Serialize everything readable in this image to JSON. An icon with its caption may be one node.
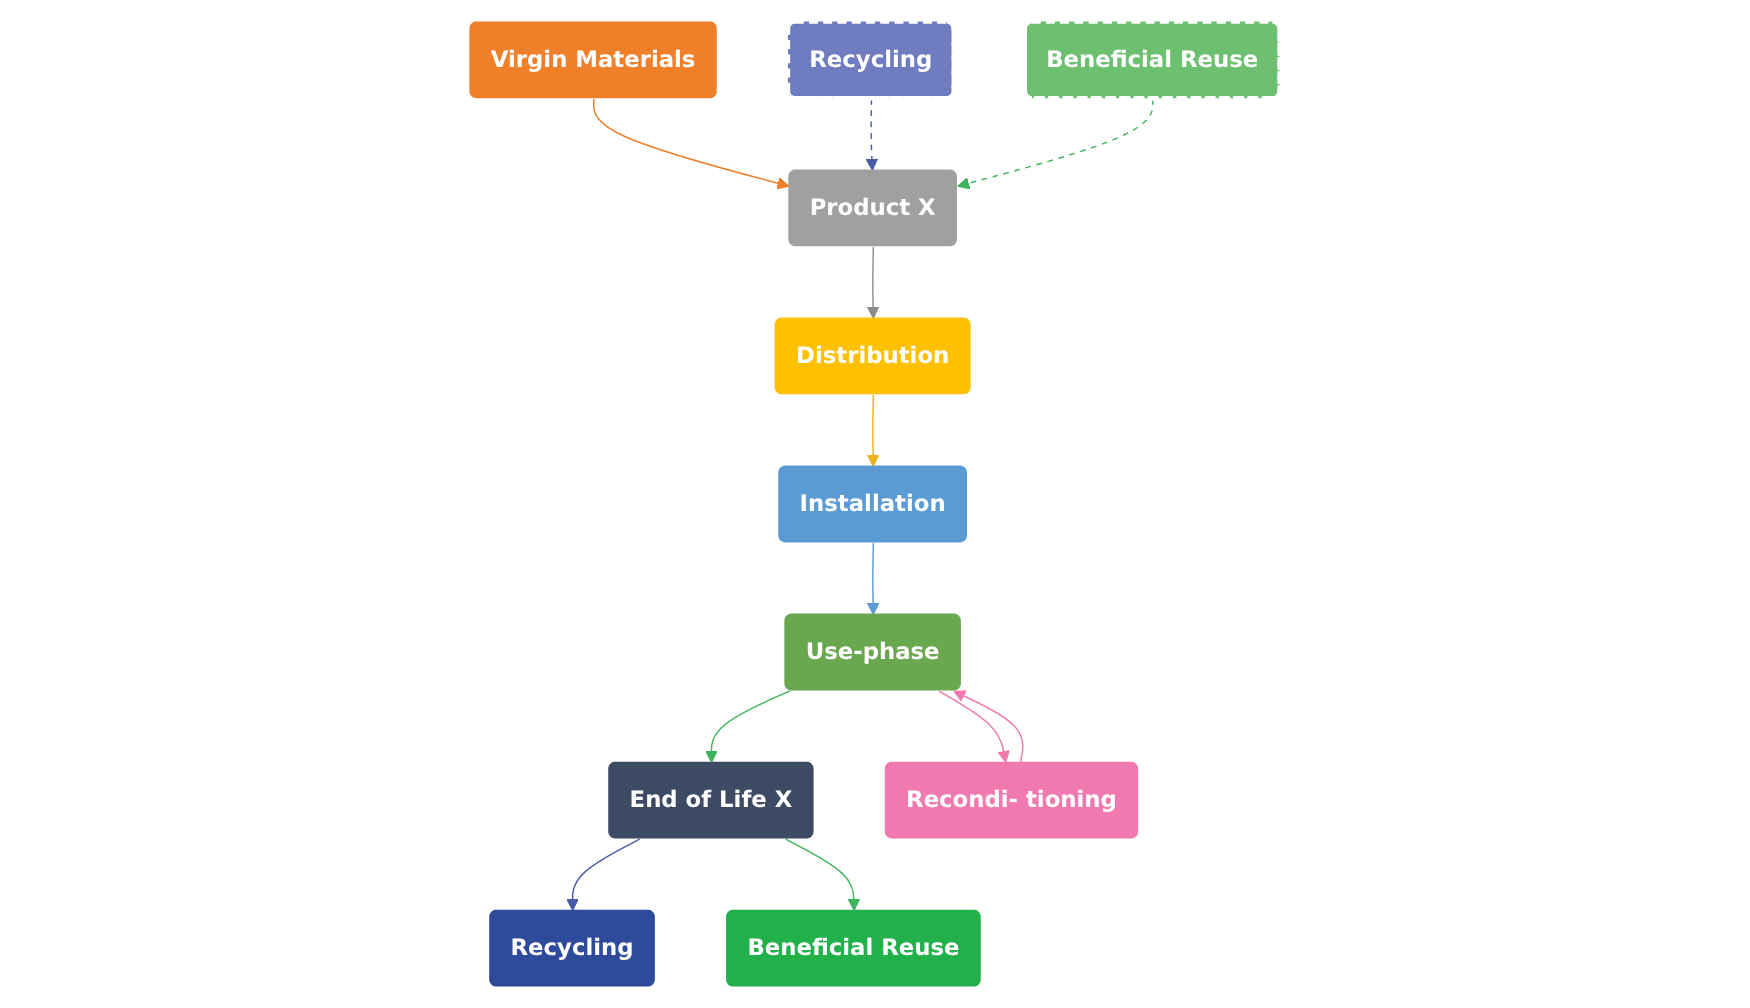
{
  "diagram": {
    "nodes": [
      {
        "text": [
          "Recycling"
        ]
      },
      {
        "text": [
          "Beneficial Reuse"
        ]
      },
      {
        "text": [
          "End of Life X"
        ]
      },
      {
        "text": [
          "Virgin Materials"
        ]
      },
      {
        "text": [
          "Recycling"
        ]
      },
      {
        "text": [
          "Beneficial Reuse"
        ]
      },
      {
        "text": [
          "Product X"
        ]
      },
      {
        "text": [
          "Recondi- tioning"
        ]
      },
      {
        "text": [
          "Use-phase"
        ]
      },
      {
        "text": [
          "Distribution"
        ]
      },
      {
        "text": [
          "Installation"
        ]
      }
    ],
    "edges": [
      {
        "from": 2,
        "to": 0,
        "arrow": "to",
        "color": "#4a5aa8"
      },
      {
        "from": 2,
        "to": 1,
        "arrow": "to",
        "color": "#3cb45a"
      },
      {
        "from": 3,
        "to": 6,
        "arrow": "to",
        "color": "#f07f2a"
      },
      {
        "from": 4,
        "to": 6,
        "arrow": "to",
        "style": "dashed",
        "color": "#4a5aa8"
      },
      {
        "from": 5,
        "to": 6,
        "arrow": "to",
        "style": "dashed",
        "color": "#3cb45a"
      },
      {
        "from": 6,
        "to": 9,
        "arrow": "to",
        "color": "#8c8c8c"
      },
      {
        "from": 9,
        "to": 10,
        "arrow": "to",
        "color": "#f0b020"
      },
      {
        "from": 10,
        "to": 8,
        "arrow": "to",
        "color": "#5b9bd5"
      },
      {
        "from": 8,
        "to": 2,
        "arrow": "to",
        "color": "#3cb45a"
      },
      {
        "from": 8,
        "to": 7,
        "arrow": "to",
        "color": "#f07ab0"
      },
      {
        "from": 7,
        "to": 8,
        "arrow": "to",
        "color": "#f07ab0"
      }
    ]
  }
}
